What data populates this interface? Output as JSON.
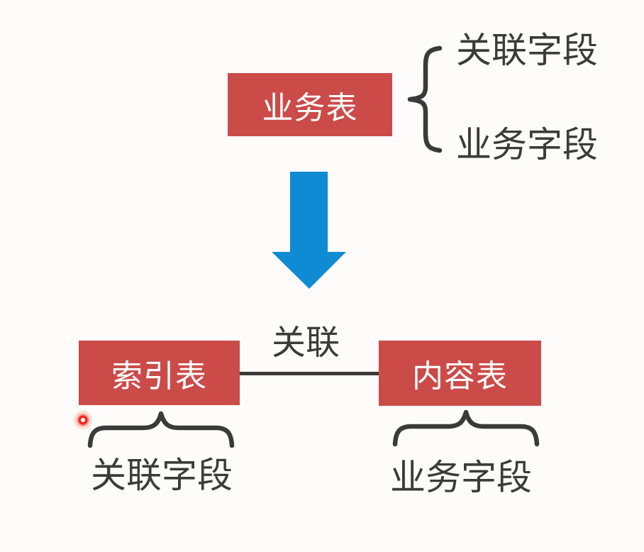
{
  "colors": {
    "background": "#fdfcfa",
    "box_red": "#cb4b49",
    "box_text": "#ffffff",
    "arrow_blue": "#0f8bd4",
    "text_dark": "#3b3b3b",
    "stroke_dark": "#3a3a3a",
    "laser_red": "#f1281c"
  },
  "diagram": {
    "top": {
      "box_label": "业务表",
      "brace_items": [
        {
          "label": "关联字段"
        },
        {
          "label": "业务字段"
        }
      ]
    },
    "arrow": {
      "direction": "down"
    },
    "bottom": {
      "left_box_label": "索引表",
      "right_box_label": "内容表",
      "connector_label": "关联",
      "left_brace_label": "关联字段",
      "right_brace_label": "业务字段"
    }
  }
}
